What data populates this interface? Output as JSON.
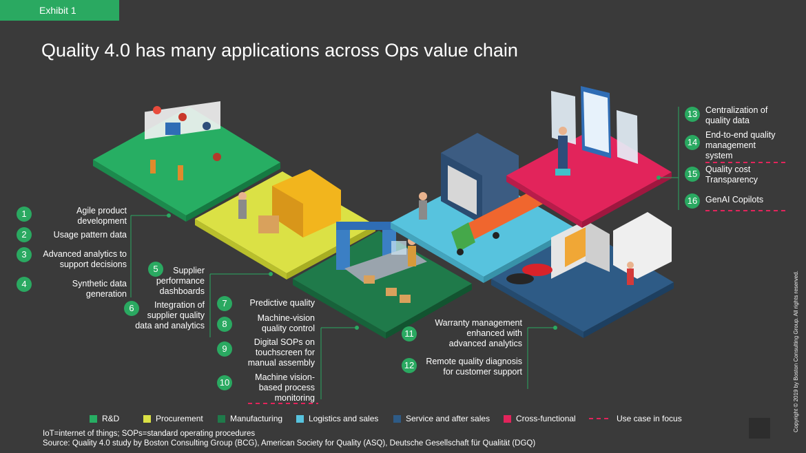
{
  "exhibit_label": "Exhibit 1",
  "title": "Quality 4.0 has many applications across Ops value chain",
  "colors": {
    "background": "#3a3a3a",
    "accent_green": "#2aa961",
    "rd": "#27ae63",
    "procurement": "#dbe145",
    "manufacturing": "#1f7a4a",
    "logistics": "#57c3de",
    "service": "#2e5b86",
    "cross_functional": "#e2245b",
    "focus_dash": "#e2245b"
  },
  "use_cases": [
    {
      "num": "1",
      "text": "Agile product\ndevelopment"
    },
    {
      "num": "2",
      "text": "Usage pattern data"
    },
    {
      "num": "3",
      "text": "Advanced analytics to\nsupport decisions"
    },
    {
      "num": "4",
      "text": "Synthetic data\ngeneration"
    },
    {
      "num": "5",
      "text": "Supplier\nperformance\ndashboards"
    },
    {
      "num": "6",
      "text": "Integration of\nsupplier quality\ndata and analytics"
    },
    {
      "num": "7",
      "text": "Predictive quality"
    },
    {
      "num": "8",
      "text": "Machine-vision\nquality control"
    },
    {
      "num": "9",
      "text": "Digital SOPs on\ntouchscreen for\nmanual assembly"
    },
    {
      "num": "10",
      "text": "Machine vision-\nbased process\nmonitoring"
    },
    {
      "num": "11",
      "text": "Warranty management\nenhanced with\nadvanced analytics"
    },
    {
      "num": "12",
      "text": "Remote quality diagnosis\nfor customer support"
    },
    {
      "num": "13",
      "text": "Centralization of\nquality data"
    },
    {
      "num": "14",
      "text": "End-to-end quality\nmanagement\nsystem"
    },
    {
      "num": "15",
      "text": "Quality cost\nTransparency"
    },
    {
      "num": "16",
      "text": "GenAI Copilots"
    }
  ],
  "legend": [
    {
      "label": "R&D",
      "color": "#27ae63"
    },
    {
      "label": "Procurement",
      "color": "#dbe145"
    },
    {
      "label": "Manufacturing",
      "color": "#1f7a4a"
    },
    {
      "label": "Logistics and sales",
      "color": "#57c3de"
    },
    {
      "label": "Service and after sales",
      "color": "#2e5b86"
    },
    {
      "label": "Cross-functional",
      "color": "#e2245b"
    },
    {
      "label": "Use case in focus",
      "color": "#e2245b"
    }
  ],
  "footnote": "IoT=internet of things; SOPs=standard operating procedures",
  "source": "Source: Quality 4.0 study by Boston Consulting Group (BCG), American Society for Quality (ASQ), Deutsche Gesellschaft für Qualität (DGQ)",
  "copyright": "Copyright © 2019 by Boston Consulting Group. All rights reserved."
}
